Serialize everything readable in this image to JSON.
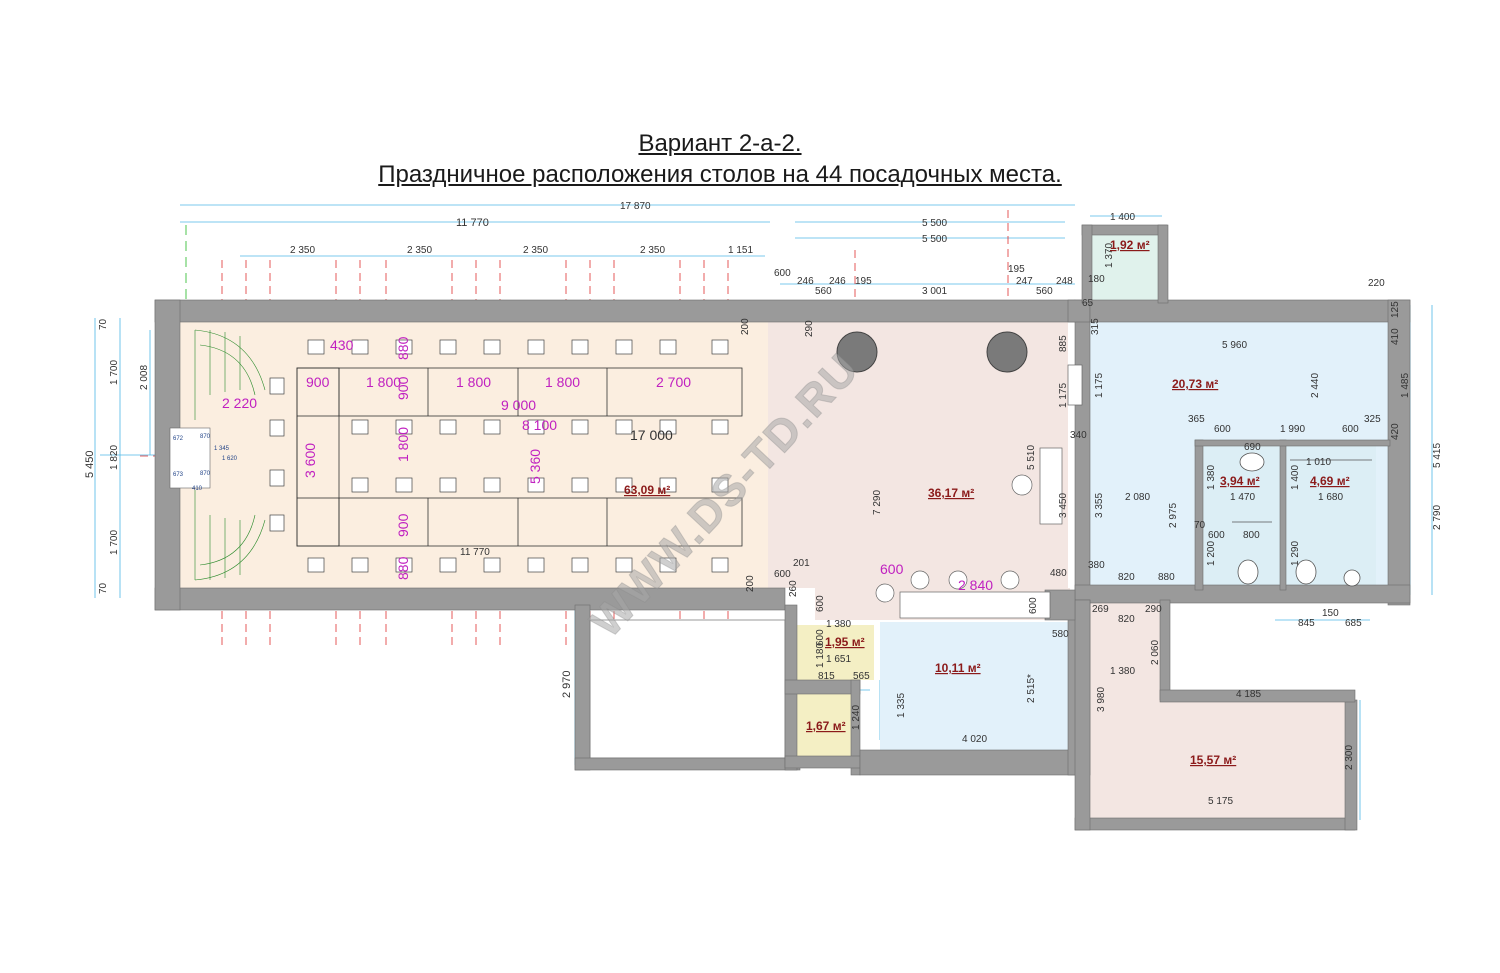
{
  "title": {
    "line1": "Вариант 2-а-2.",
    "line2": "Праздничное  расположения   столов  на 44 посадочных места."
  },
  "watermark": "WWW.DS-TD.RU",
  "colors": {
    "wall": "#9a9a9a",
    "hall": "#fbeee0",
    "lobby": "#f3e6e2",
    "blue_room": "#e2f1fa",
    "toilet": "#dceef5",
    "mint_room": "#e0f2ec",
    "yellow_room": "#f4efc4",
    "dim_line": "#4fb8e6",
    "axis_line": "#e03030",
    "magenta_dim": "#c020c0",
    "area_text": "#8b1a1a"
  },
  "areas": {
    "hall": "63,09 м²",
    "lobby": "36,17 м²",
    "room_right": "20,73 м²",
    "room_top_small": "1,92 м²",
    "wc1": "3,94 м²",
    "wc2": "4,69 м²",
    "small_a": "1,95 м²",
    "small_b": "1,67 м²",
    "room_bottom_mid": "10,11 м²",
    "room_bottom_right": "15,57 м²"
  },
  "dims": {
    "overall_width": "17 870",
    "left_width": "11 770",
    "right_top_1": "5 500",
    "right_top_2": "5 500",
    "top_small_room": "1 400",
    "table_spacing": [
      "2 350",
      "2 350",
      "2 350",
      "2 350",
      "1 151"
    ],
    "row_seg": [
      "600",
      "246",
      "246",
      "560",
      "195",
      "3 001",
      "195",
      "247",
      "560",
      "248"
    ],
    "right_wall_220": "220",
    "right_wall_125": "125",
    "right_wall_410": "410",
    "height_total": "5 450",
    "left_v": [
      "70",
      "1 700",
      "1 820",
      "1 700",
      "70"
    ],
    "left_v_2008": "2 008",
    "right_total": "5 415",
    "right_v_1485": "1 485",
    "right_v_2790": "2 790",
    "right_v_420": "420",
    "right_room_w": "5 960",
    "right_room_h": "2 440",
    "v_1175": "1 175",
    "v_3355": "3 355",
    "v_885": "885",
    "v_1175b": "1 175",
    "v_315": "315",
    "v_65": "65",
    "v_180": "180",
    "v_1370": "1 370",
    "v_340": "340",
    "lobby_5510": "5 510",
    "lobby_7290": "7 290",
    "lobby_3450": "3 450",
    "lobby_2840": "2 840",
    "lobby_600a": "600",
    "lobby_480": "480",
    "lobby_600b": "600",
    "lobby_201": "201",
    "lobby_260": "260",
    "lobby_600c": "600",
    "wc_365": "365",
    "wc_600a": "600",
    "wc_1990": "1 990",
    "wc_600b": "600",
    "wc_325": "325",
    "wc_690": "690",
    "wc_1010": "1 010",
    "wc_1380": "1 380",
    "wc_1470": "1 470",
    "wc_1400": "1 400",
    "wc_1680": "1 680",
    "wc_2080": "2 080",
    "wc_2975": "2 975",
    "wc_70": "70",
    "wc_600c": "600",
    "wc_800": "800",
    "wc_1200": "1 200",
    "wc_1290": "1 290",
    "wc_380": "380",
    "wc_820": "820",
    "wc_880": "880",
    "wc_845": "845",
    "wc_150": "150",
    "wc_685": "685",
    "br_269": "269",
    "br_820": "820",
    "br_290": "290",
    "br_2060": "2 060",
    "br_1380": "1 380",
    "br_3980": "3 980",
    "br_4185": "4 185",
    "br_2300": "2 300",
    "br_5175": "5 175",
    "bm_580": "580",
    "bm_2515": "2 515*",
    "bm_1335": "1 335",
    "bm_4020": "4 020",
    "bm_600": "600",
    "sm_1380": "1 380",
    "sm_600": "600",
    "sm_1180": "1 180",
    "sm_1651": "1 651",
    "sm_815": "815",
    "sm_565": "565",
    "sm_1240": "1 240",
    "terrace_2970": "2 970",
    "hall_200a": "200",
    "hall_200b": "200",
    "hall_290": "290",
    "hall_11770_inner": "11 770",
    "hall_axis_17000": "17 000",
    "stair_small": [
      "672",
      "870",
      "1 345",
      "1 620",
      "673",
      "410",
      "870"
    ]
  },
  "magenta": {
    "m430": "430",
    "m880a": "880",
    "m900a": "900",
    "m1800a": "1 800",
    "m1800b": "1 800",
    "m1800c": "1 800",
    "m2700": "2 700",
    "m9000": "9 000",
    "m900v": "900",
    "m8100": "8 100",
    "m2220": "2 220",
    "m17000": "17 000",
    "m3600": "3 600",
    "m1800v": "1 800",
    "m5360": "5 360",
    "m900v2": "900",
    "m880b": "880",
    "m600": "600",
    "m2840": "2 840"
  }
}
